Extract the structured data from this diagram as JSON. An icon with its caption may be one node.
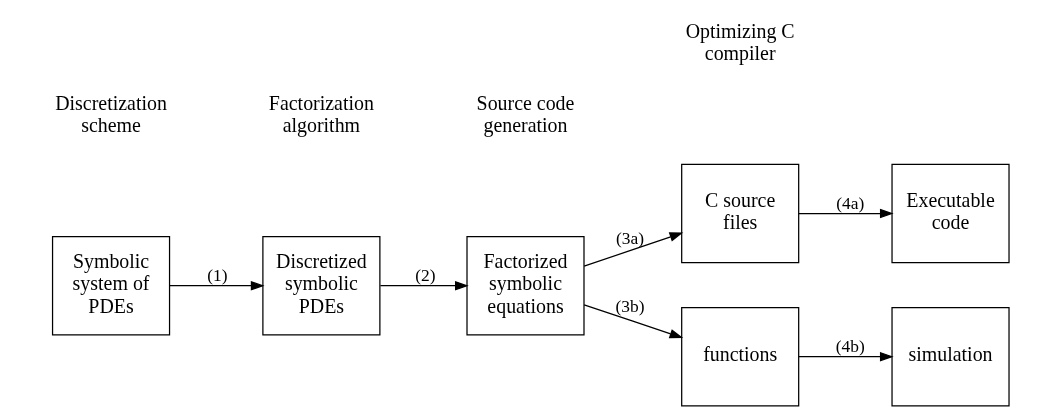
{
  "diagram": {
    "nodes": [
      {
        "text": [
          "Symbolic system of PDEs"
        ]
      },
      {
        "text": [
          "Discretized symbolic PDEs"
        ]
      },
      {
        "text": [
          "Factorized symbolic equations"
        ]
      },
      {
        "text": [
          "C source files"
        ]
      },
      {
        "text": [
          "Executable code"
        ]
      },
      {
        "text": [
          "functions"
        ]
      },
      {
        "text": [
          "simulation"
        ]
      }
    ],
    "edges": [
      {
        "from": 0,
        "to": 1,
        "arrow": "to",
        "label": "(1)"
      },
      {
        "from": 1,
        "to": 2,
        "arrow": "to",
        "label": "(2)"
      },
      {
        "from": 2,
        "to": 3,
        "arrow": "to",
        "label": "(3a)"
      },
      {
        "from": 2,
        "to": 5,
        "arrow": "to",
        "label": "(3b)"
      },
      {
        "from": 3,
        "to": 4,
        "arrow": "to",
        "label": "(4a)"
      },
      {
        "from": 5,
        "to": 6,
        "arrow": "to",
        "label": "(4b)"
      }
    ],
    "labels": [
      "Source code generation",
      "Optimizing C compiler",
      "Discretization scheme",
      "Factorization algorithm"
    ]
  }
}
